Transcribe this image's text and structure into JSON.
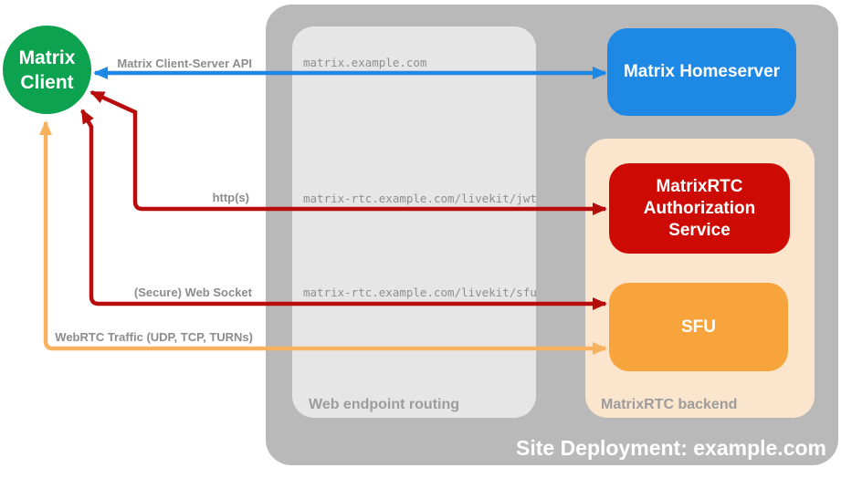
{
  "deployment": {
    "title": "Site Deployment: example.com"
  },
  "client": {
    "label": "Matrix\nClient"
  },
  "nodes": {
    "homeserver": {
      "label": "Matrix Homeserver"
    },
    "auth_service": {
      "label": "MatrixRTC\nAuthorization\nService"
    },
    "sfu": {
      "label": "SFU"
    }
  },
  "routing": {
    "label": "Web endpoint routing",
    "endpoint_api": "matrix.example.com",
    "endpoint_jwt": "matrix-rtc.example.com/livekit/jwt",
    "endpoint_sfu": "matrix-rtc.example.com/livekit/sfu"
  },
  "backend": {
    "label": "MatrixRTC backend"
  },
  "arrows": {
    "cs_api": {
      "label": "Matrix Client-Server API",
      "color": "#1E88E5"
    },
    "http": {
      "label": "http(s)",
      "color": "#B70D0D"
    },
    "websocket": {
      "label": "(Secure) Web Socket",
      "color": "#B70D0D"
    },
    "webrtc": {
      "label": "WebRTC Traffic (UDP, TCP, TURNs)",
      "color": "#F8B15C"
    }
  },
  "colors": {
    "client_green": "#0CA24F",
    "homeserver_blue": "#1E88E5",
    "auth_red": "#CE0A04",
    "sfu_orange": "#F7A43D",
    "backend_peach": "#FCE5CD",
    "container_gray": "#B9B9B9",
    "routing_gray": "#E6E6E6"
  }
}
